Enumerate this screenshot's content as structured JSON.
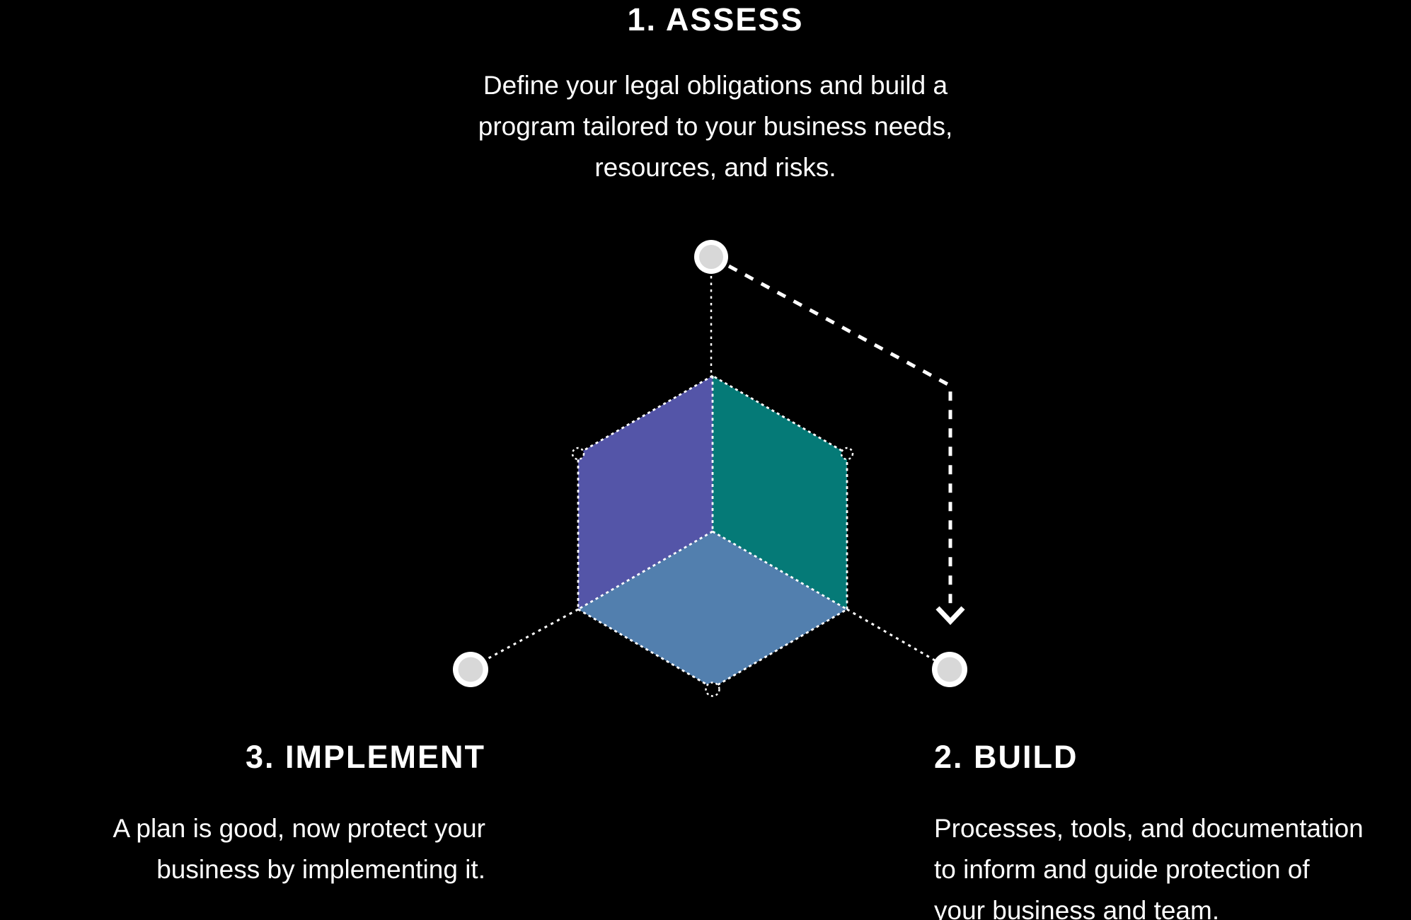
{
  "page": {
    "background": "#000000",
    "text_color": "#ffffff"
  },
  "steps": {
    "assess": {
      "title": "1. ASSESS",
      "lines": [
        "Define your legal obligations and build a",
        "program tailored to your business needs,",
        "resources, and risks."
      ]
    },
    "build": {
      "title": "2. BUILD",
      "lines": [
        "Processes, tools, and documentation",
        "to inform and guide protection of",
        "your business and team."
      ]
    },
    "implement": {
      "title": "3. IMPLEMENT",
      "lines": [
        "A plan is good, now protect your",
        "business by implementing it."
      ]
    }
  },
  "diagram": {
    "cube": {
      "left_face": "#5455a8",
      "right_face": "#057a77",
      "bottom_face": "#527fae"
    },
    "edge_color": "#ffffff",
    "connector_color": "#ffffff",
    "arrow_color": "#ffffff",
    "node_outer_color": "#ffffff",
    "node_inner_color": "#d8d8d8",
    "vertex_dot_fill": "#000000"
  }
}
